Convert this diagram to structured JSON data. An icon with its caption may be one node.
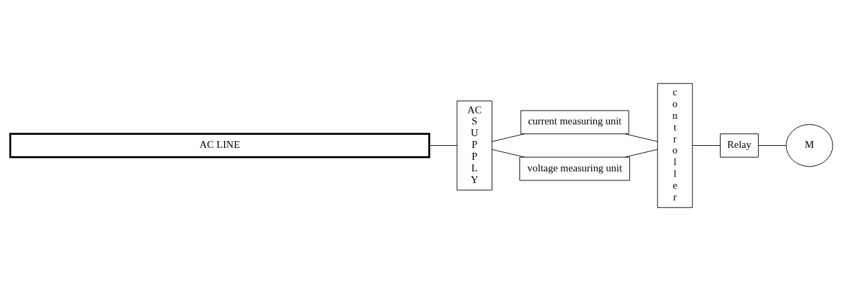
{
  "diagram": {
    "nodes": [
      {
        "text": [
          "AC LINE"
        ]
      },
      {
        "text": [
          "AC S U P P L Y"
        ]
      },
      {
        "text": [
          "current measuring unit"
        ]
      },
      {
        "text": [
          "voltage measuring unit"
        ]
      },
      {
        "text": [
          "c o n t r o l l e r"
        ]
      },
      {
        "text": [
          "Relay"
        ]
      },
      {
        "text": [
          "M"
        ]
      }
    ],
    "edges": [
      {
        "from": 0,
        "to": 1,
        "arrow": "none"
      },
      {
        "from": 1,
        "to": 2,
        "arrow": "none"
      },
      {
        "from": 1,
        "to": 3,
        "arrow": "none"
      },
      {
        "from": 2,
        "to": 4,
        "arrow": "none"
      },
      {
        "from": 3,
        "to": 4,
        "arrow": "none"
      },
      {
        "from": 4,
        "to": 5,
        "arrow": "none"
      },
      {
        "from": 5,
        "to": 6,
        "arrow": "none"
      }
    ]
  }
}
